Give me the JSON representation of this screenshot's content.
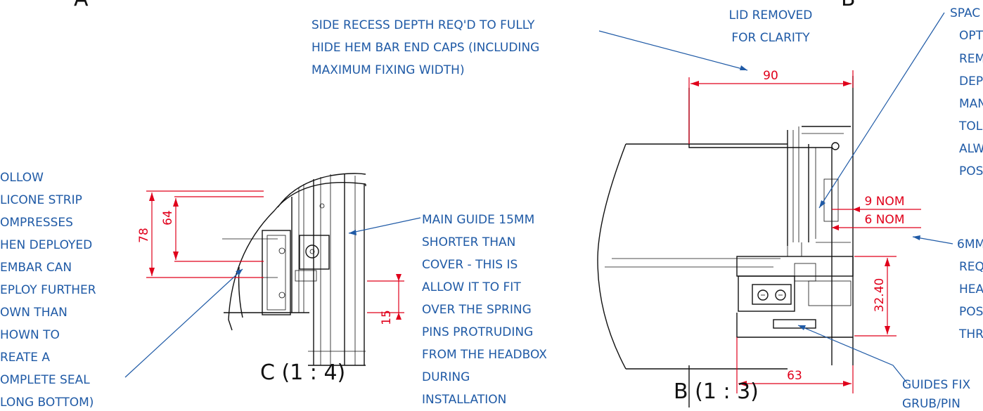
{
  "corner_letters": {
    "left": "A",
    "right": "B"
  },
  "views": {
    "c_label": "C (1 : 4)",
    "b_label": "B (1 : 3)"
  },
  "notes": {
    "side_recess": [
      "SIDE RECESS DEPTH REQ'D TO FULLY",
      "HIDE HEM BAR END CAPS (INCLUDING",
      "MAXIMUM FIXING WIDTH)"
    ],
    "lid_removed": [
      "LID REMOVED",
      "FOR CLARITY"
    ],
    "spacer": [
      "SPAC",
      "OPT",
      "REM",
      "DEP",
      "MAN",
      "TOLE",
      "ALW",
      "POS"
    ],
    "hollow_silicone": [
      "OLLOW",
      "LICONE STRIP",
      "OMPRESSES",
      "HEN DEPLOYED",
      "EMBAR CAN",
      "EPLOY FURTHER",
      "OWN THAN",
      "HOWN TO",
      "REATE A",
      "OMPLETE SEAL",
      "LONG BOTTOM)"
    ],
    "main_guide": [
      "MAIN GUIDE 15MM",
      "SHORTER THAN",
      "COVER - THIS IS",
      "ALLOW IT TO FIT",
      "OVER THE SPRING",
      "PINS PROTRUDING",
      "FROM THE HEADBOX",
      "DURING",
      "INSTALLATION"
    ],
    "six_mm": [
      "6MM",
      "REQ",
      "HEA",
      "POS",
      "THR"
    ],
    "guides_fix": [
      "GUIDES FIX",
      "GRUB/PIN"
    ]
  },
  "dimensions": {
    "d90": "90",
    "d9nom": "9 NOM",
    "d6nom": "6 NOM",
    "d78": "78",
    "d64": "64",
    "d15": "15",
    "d32_40": "32.40",
    "d63": "63"
  },
  "colors": {
    "note": "#1f5aa6",
    "dimension": "#e0001b",
    "linework": "#111111"
  }
}
